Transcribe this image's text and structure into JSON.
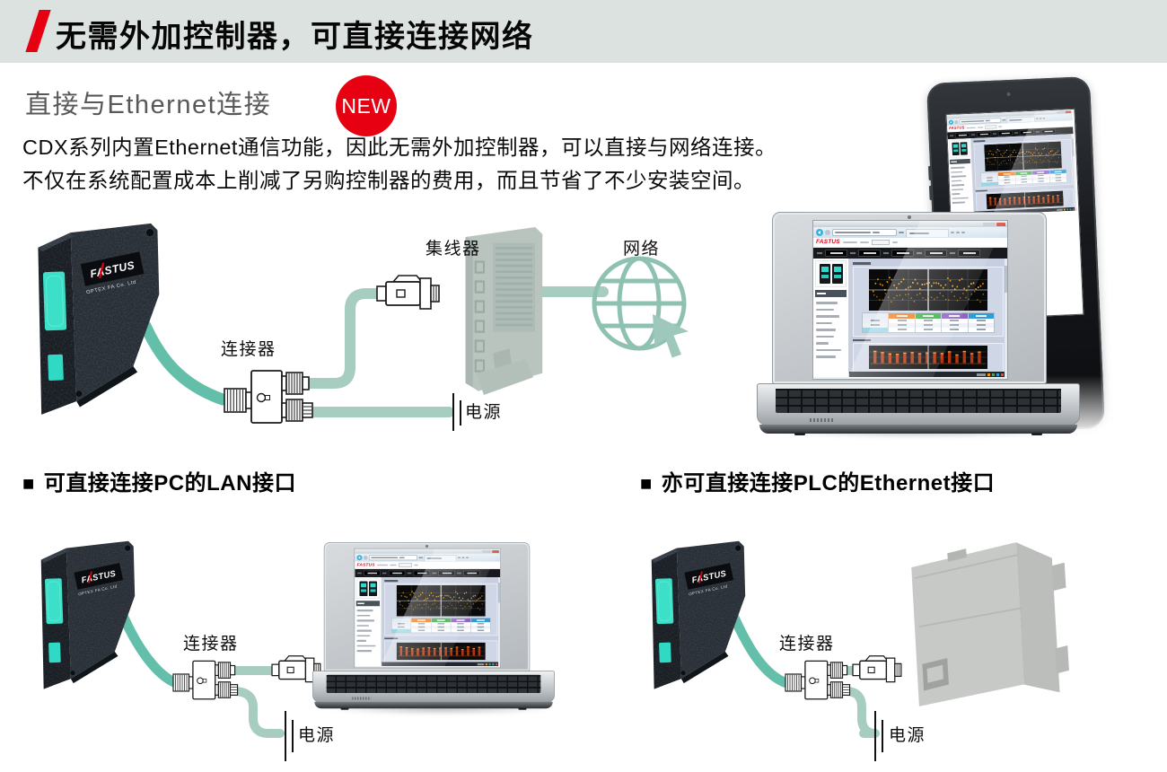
{
  "header": {
    "title": "无需外加控制器，可直接连接网络"
  },
  "intro": {
    "heading": "直接与Ethernet连接",
    "badge": "NEW",
    "line1": "CDX系列内置Ethernet通信功能，因此无需外加控制器，可以直接与网络连接。",
    "line2": "不仅在系统配置成本上削减了另购控制器的费用，而且节省了不少安装空间。"
  },
  "main_diagram": {
    "connector": "连接器",
    "hub": "集线器",
    "network": "网络",
    "power": "电源"
  },
  "sections": [
    {
      "marker": "■",
      "title": "可直接连接PC的LAN接口",
      "connector": "连接器",
      "power": "电源"
    },
    {
      "marker": "■",
      "title": "亦可直接连接PLC的Ethernet接口",
      "connector": "连接器",
      "power": "电源"
    }
  ],
  "device": {
    "brand": "FASTUS",
    "brand_sub": "OPTEX FA Co. Ltd"
  },
  "colors": {
    "accent_red": "#e60012",
    "header_band": "#dce2e0",
    "cable_teal": "#63bfa9",
    "cable_light": "#a7ccc0",
    "sensor_window_teal": "#3ce0c9",
    "globe_teal": "#8fc1b2",
    "chart_orange": "#ec950c",
    "pulse_red": "#b5350f",
    "table_header_orange": "#f07a1e",
    "table_header_green": "#3fae49",
    "table_header_purple": "#8f63c8",
    "table_header_blue": "#2f9bd8"
  }
}
